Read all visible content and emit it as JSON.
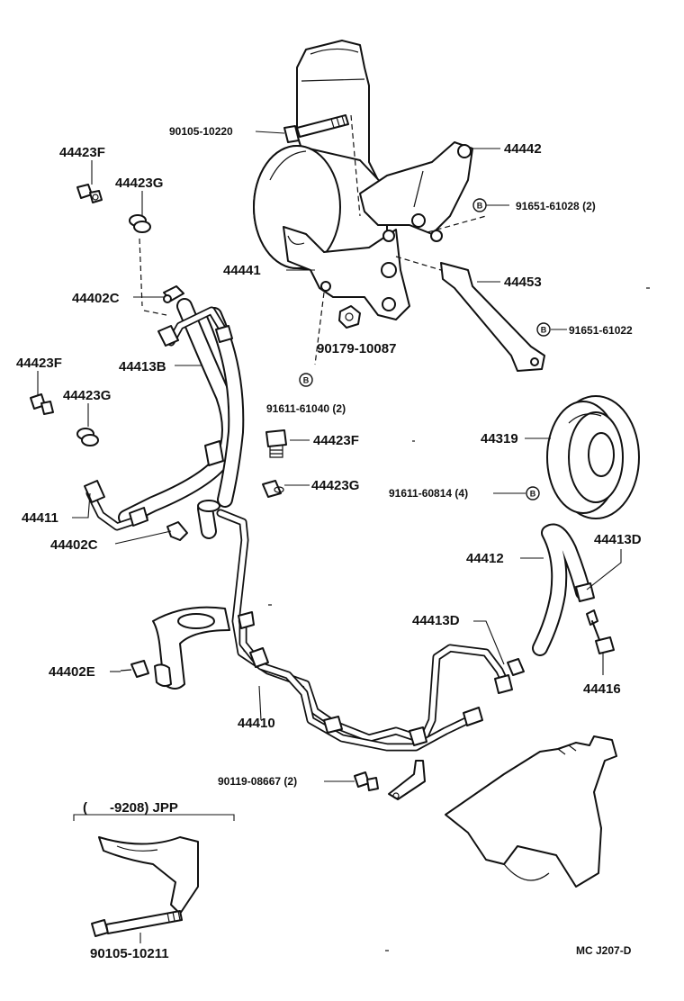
{
  "labels": {
    "p90105_10220": "90105-10220",
    "p44442": "44442",
    "p91651_61028": "91651-61028 (2)",
    "p44441": "44441",
    "p44453": "44453",
    "p91651_61022": "91651-61022",
    "p90179_10087": "90179-10087",
    "p91611_61040": "91611-61040 (2)",
    "p44423F_a": "44423F",
    "p44423G_a": "44423G",
    "p44402C_a": "44402C",
    "p44423F_b": "44423F",
    "p44413B": "44413B",
    "p44423G_b": "44423G",
    "p44423F_c": "44423F",
    "p44423G_c": "44423G",
    "p44319": "44319",
    "p91611_60814": "91611-60814 (4)",
    "p44411": "44411",
    "p44402C_b": "44402C",
    "p44412": "44412",
    "p44413D_a": "44413D",
    "p44413D_b": "44413D",
    "p44402E": "44402E",
    "p44416": "44416",
    "p44410": "44410",
    "p90119_08667": "90119-08667 (2)",
    "jpp": "(      -9208) JPP",
    "p90105_10211": "90105-10211",
    "figure_code": "MC J207-D"
  },
  "badge_letter": "B"
}
